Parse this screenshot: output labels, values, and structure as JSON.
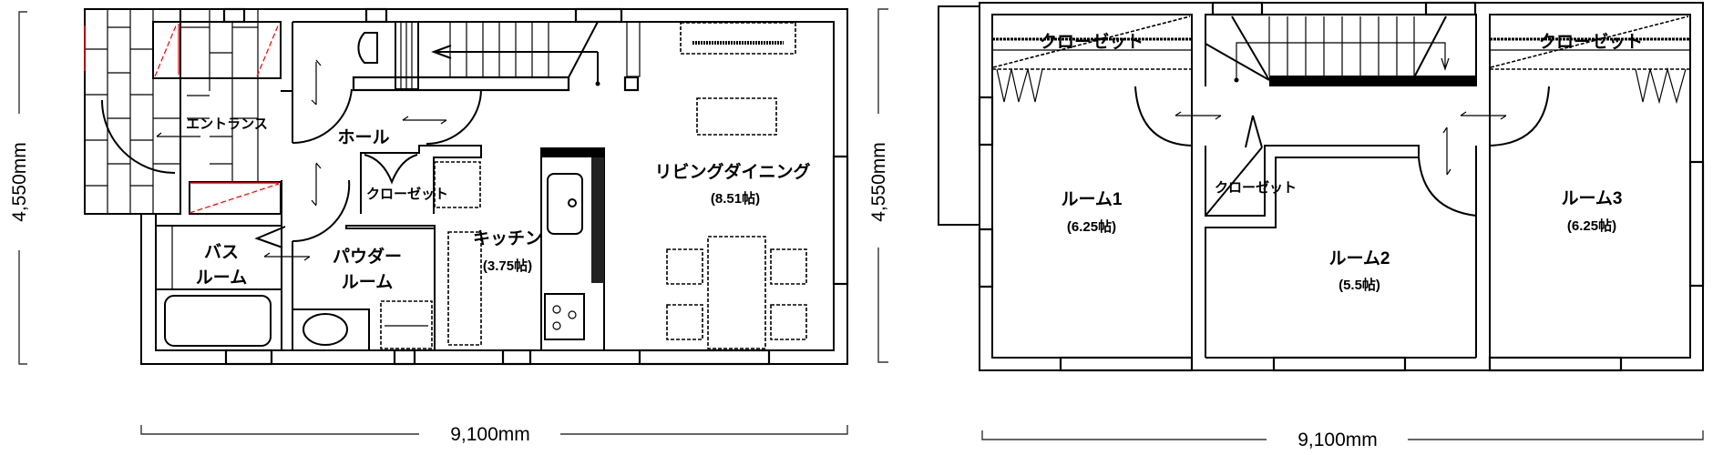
{
  "floor1": {
    "rooms": {
      "entrance": "エントランス",
      "hall": "ホール",
      "closet": "クローゼット",
      "kitchen": "キッチン",
      "kitchen_size": "(3.75帖)",
      "living": "リビングダイニング",
      "living_size": "(8.51帖)",
      "bath_line1": "バス",
      "bath_line2": "ルーム",
      "powder_line1": "パウダー",
      "powder_line2": "ルーム"
    },
    "dim_width": "9,100mm",
    "dim_depth": "4,550mm"
  },
  "floor2": {
    "rooms": {
      "closet1": "クローゼット",
      "closet3": "クローゼット",
      "closet_hall": "クローゼット",
      "room1": "ルーム1",
      "room1_size": "(6.25帖)",
      "room2": "ルーム2",
      "room2_size": "(5.5帖)",
      "room3": "ルーム3",
      "room3_size": "(6.25帖)"
    },
    "dim_width": "9,100mm",
    "dim_depth": "4,550mm"
  }
}
